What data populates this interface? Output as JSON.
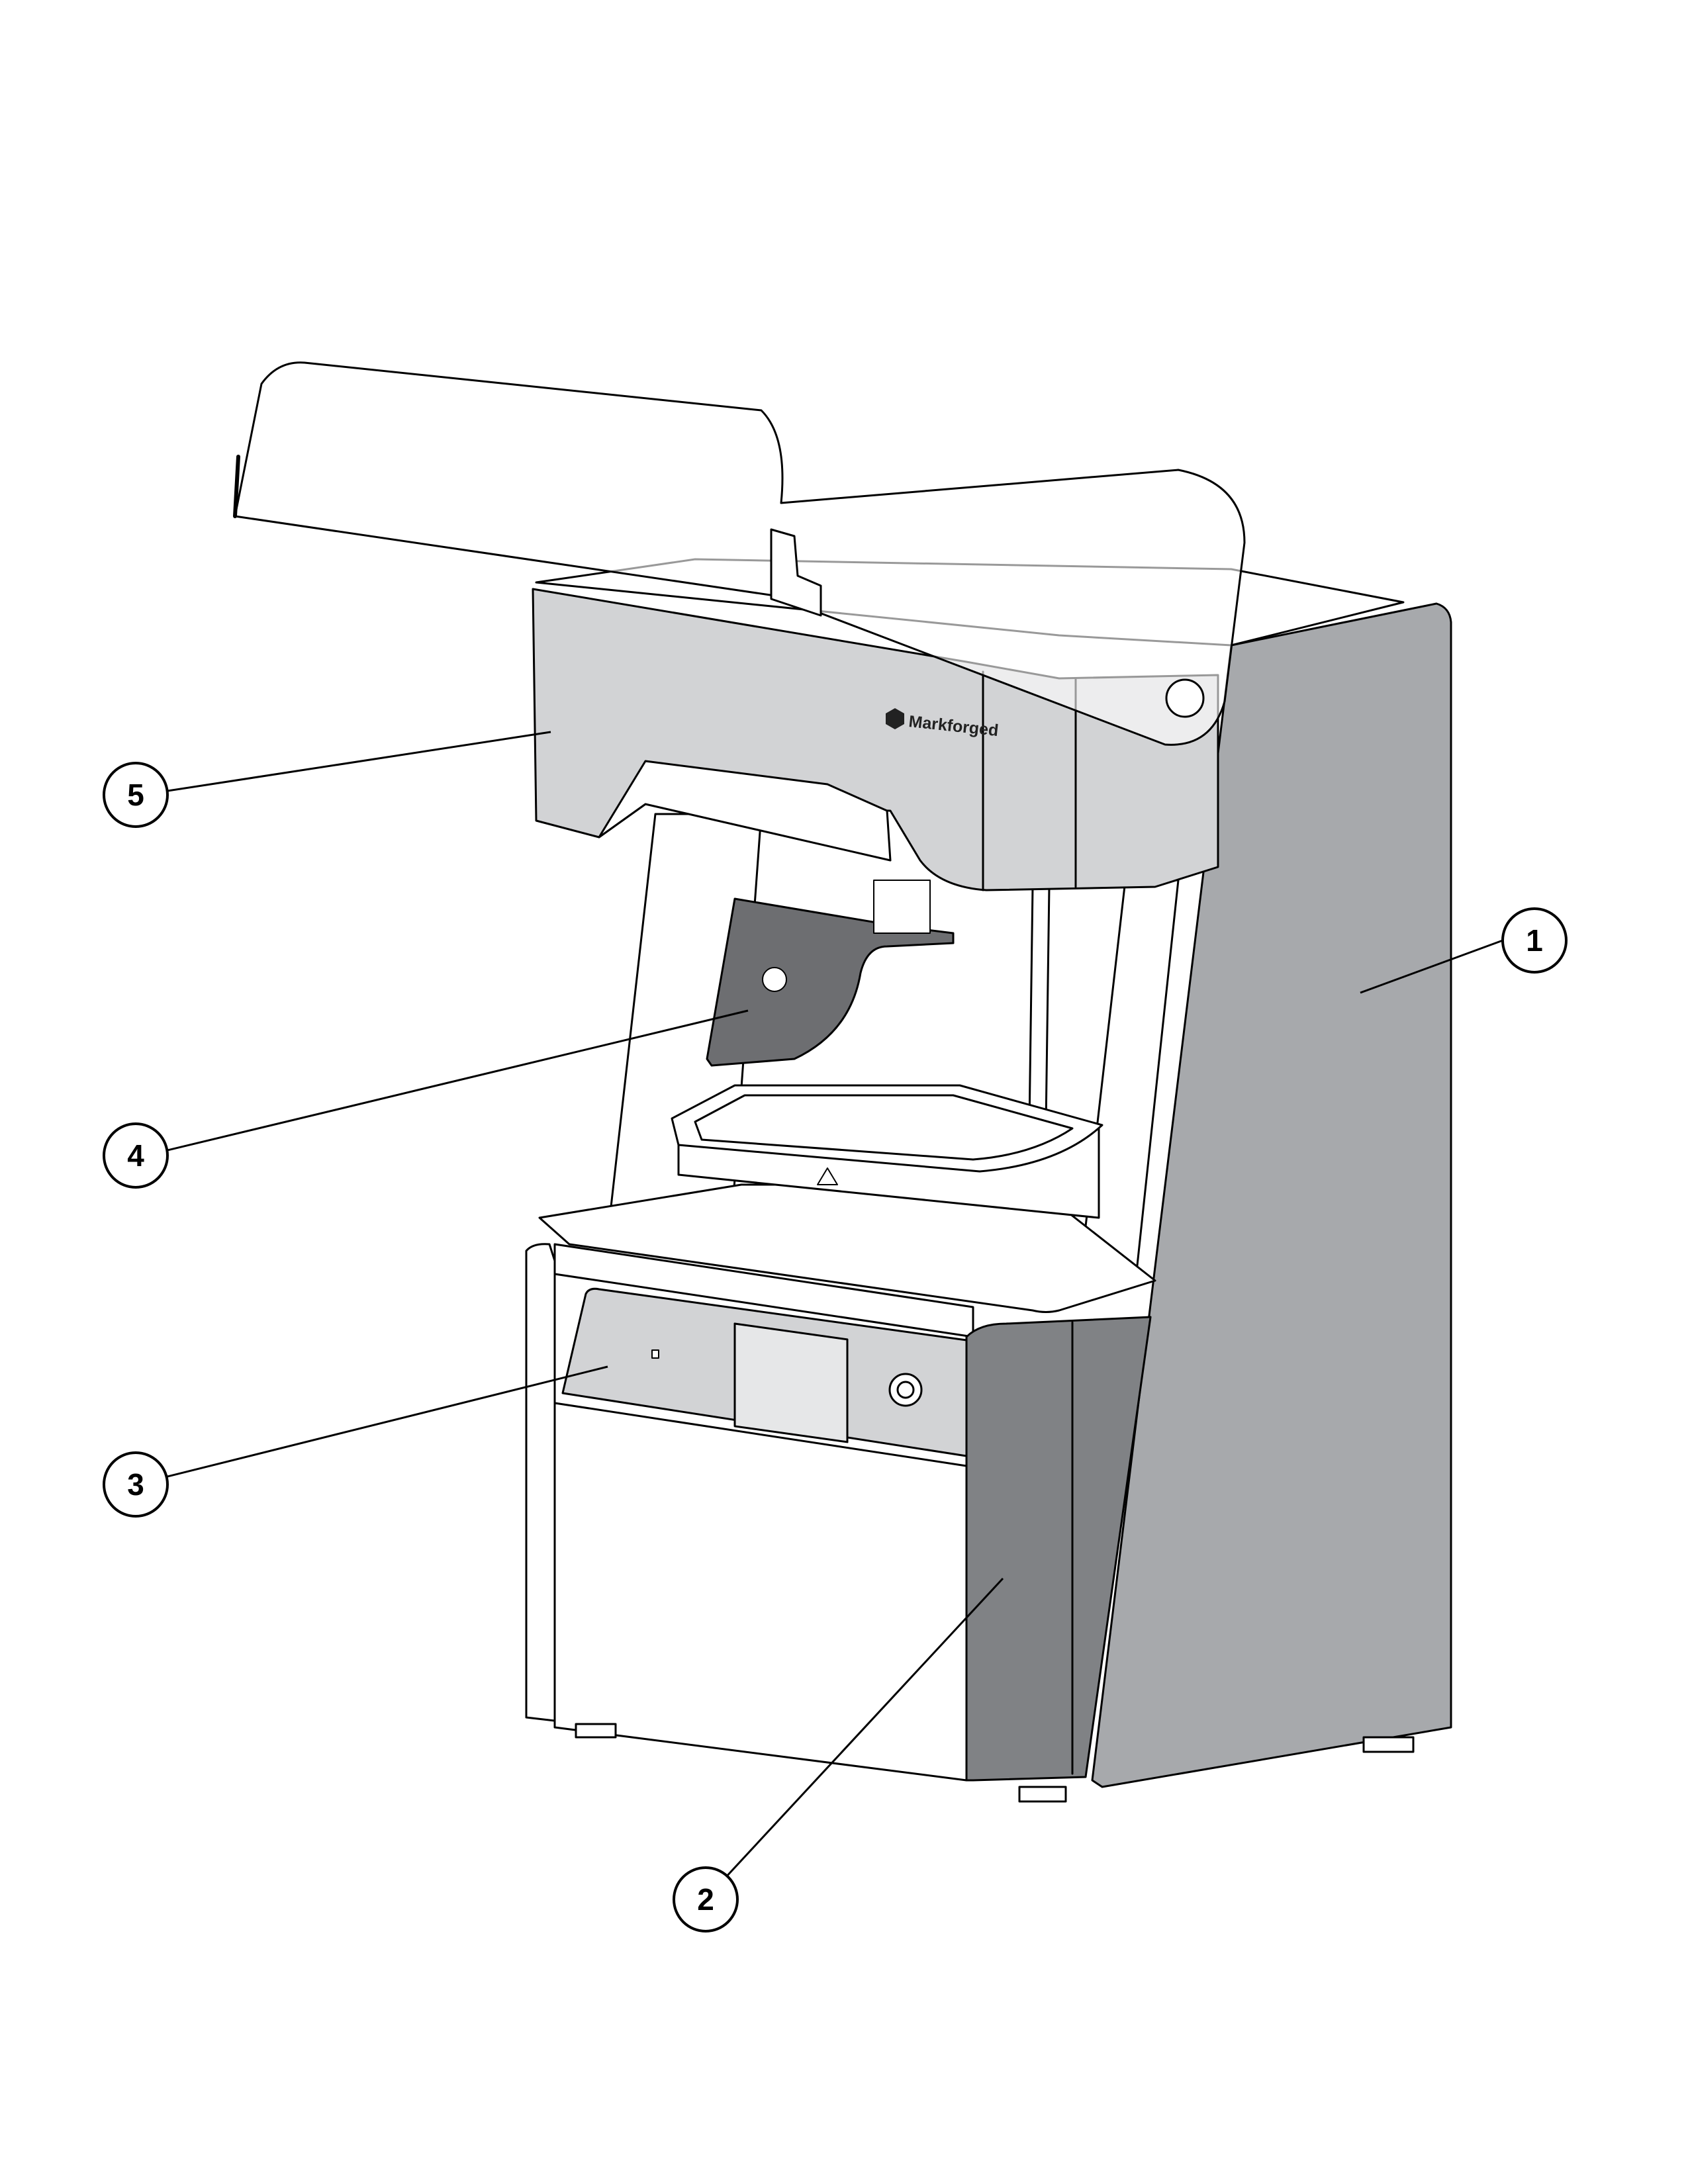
{
  "brand": {
    "logo_text": "Markforged"
  },
  "callouts": [
    {
      "id": "1",
      "label": "1"
    },
    {
      "id": "2",
      "label": "2"
    },
    {
      "id": "3",
      "label": "3"
    },
    {
      "id": "4",
      "label": "4"
    },
    {
      "id": "5",
      "label": "5"
    }
  ],
  "colors": {
    "outline": "#000000",
    "body_white": "#ffffff",
    "lid_gray": "#d2d3d5",
    "side_panel_gray": "#a7a9ac",
    "front_dark_gray": "#808285",
    "arm_dark_gray": "#6d6e71",
    "screen_gray": "#e6e7e8"
  }
}
